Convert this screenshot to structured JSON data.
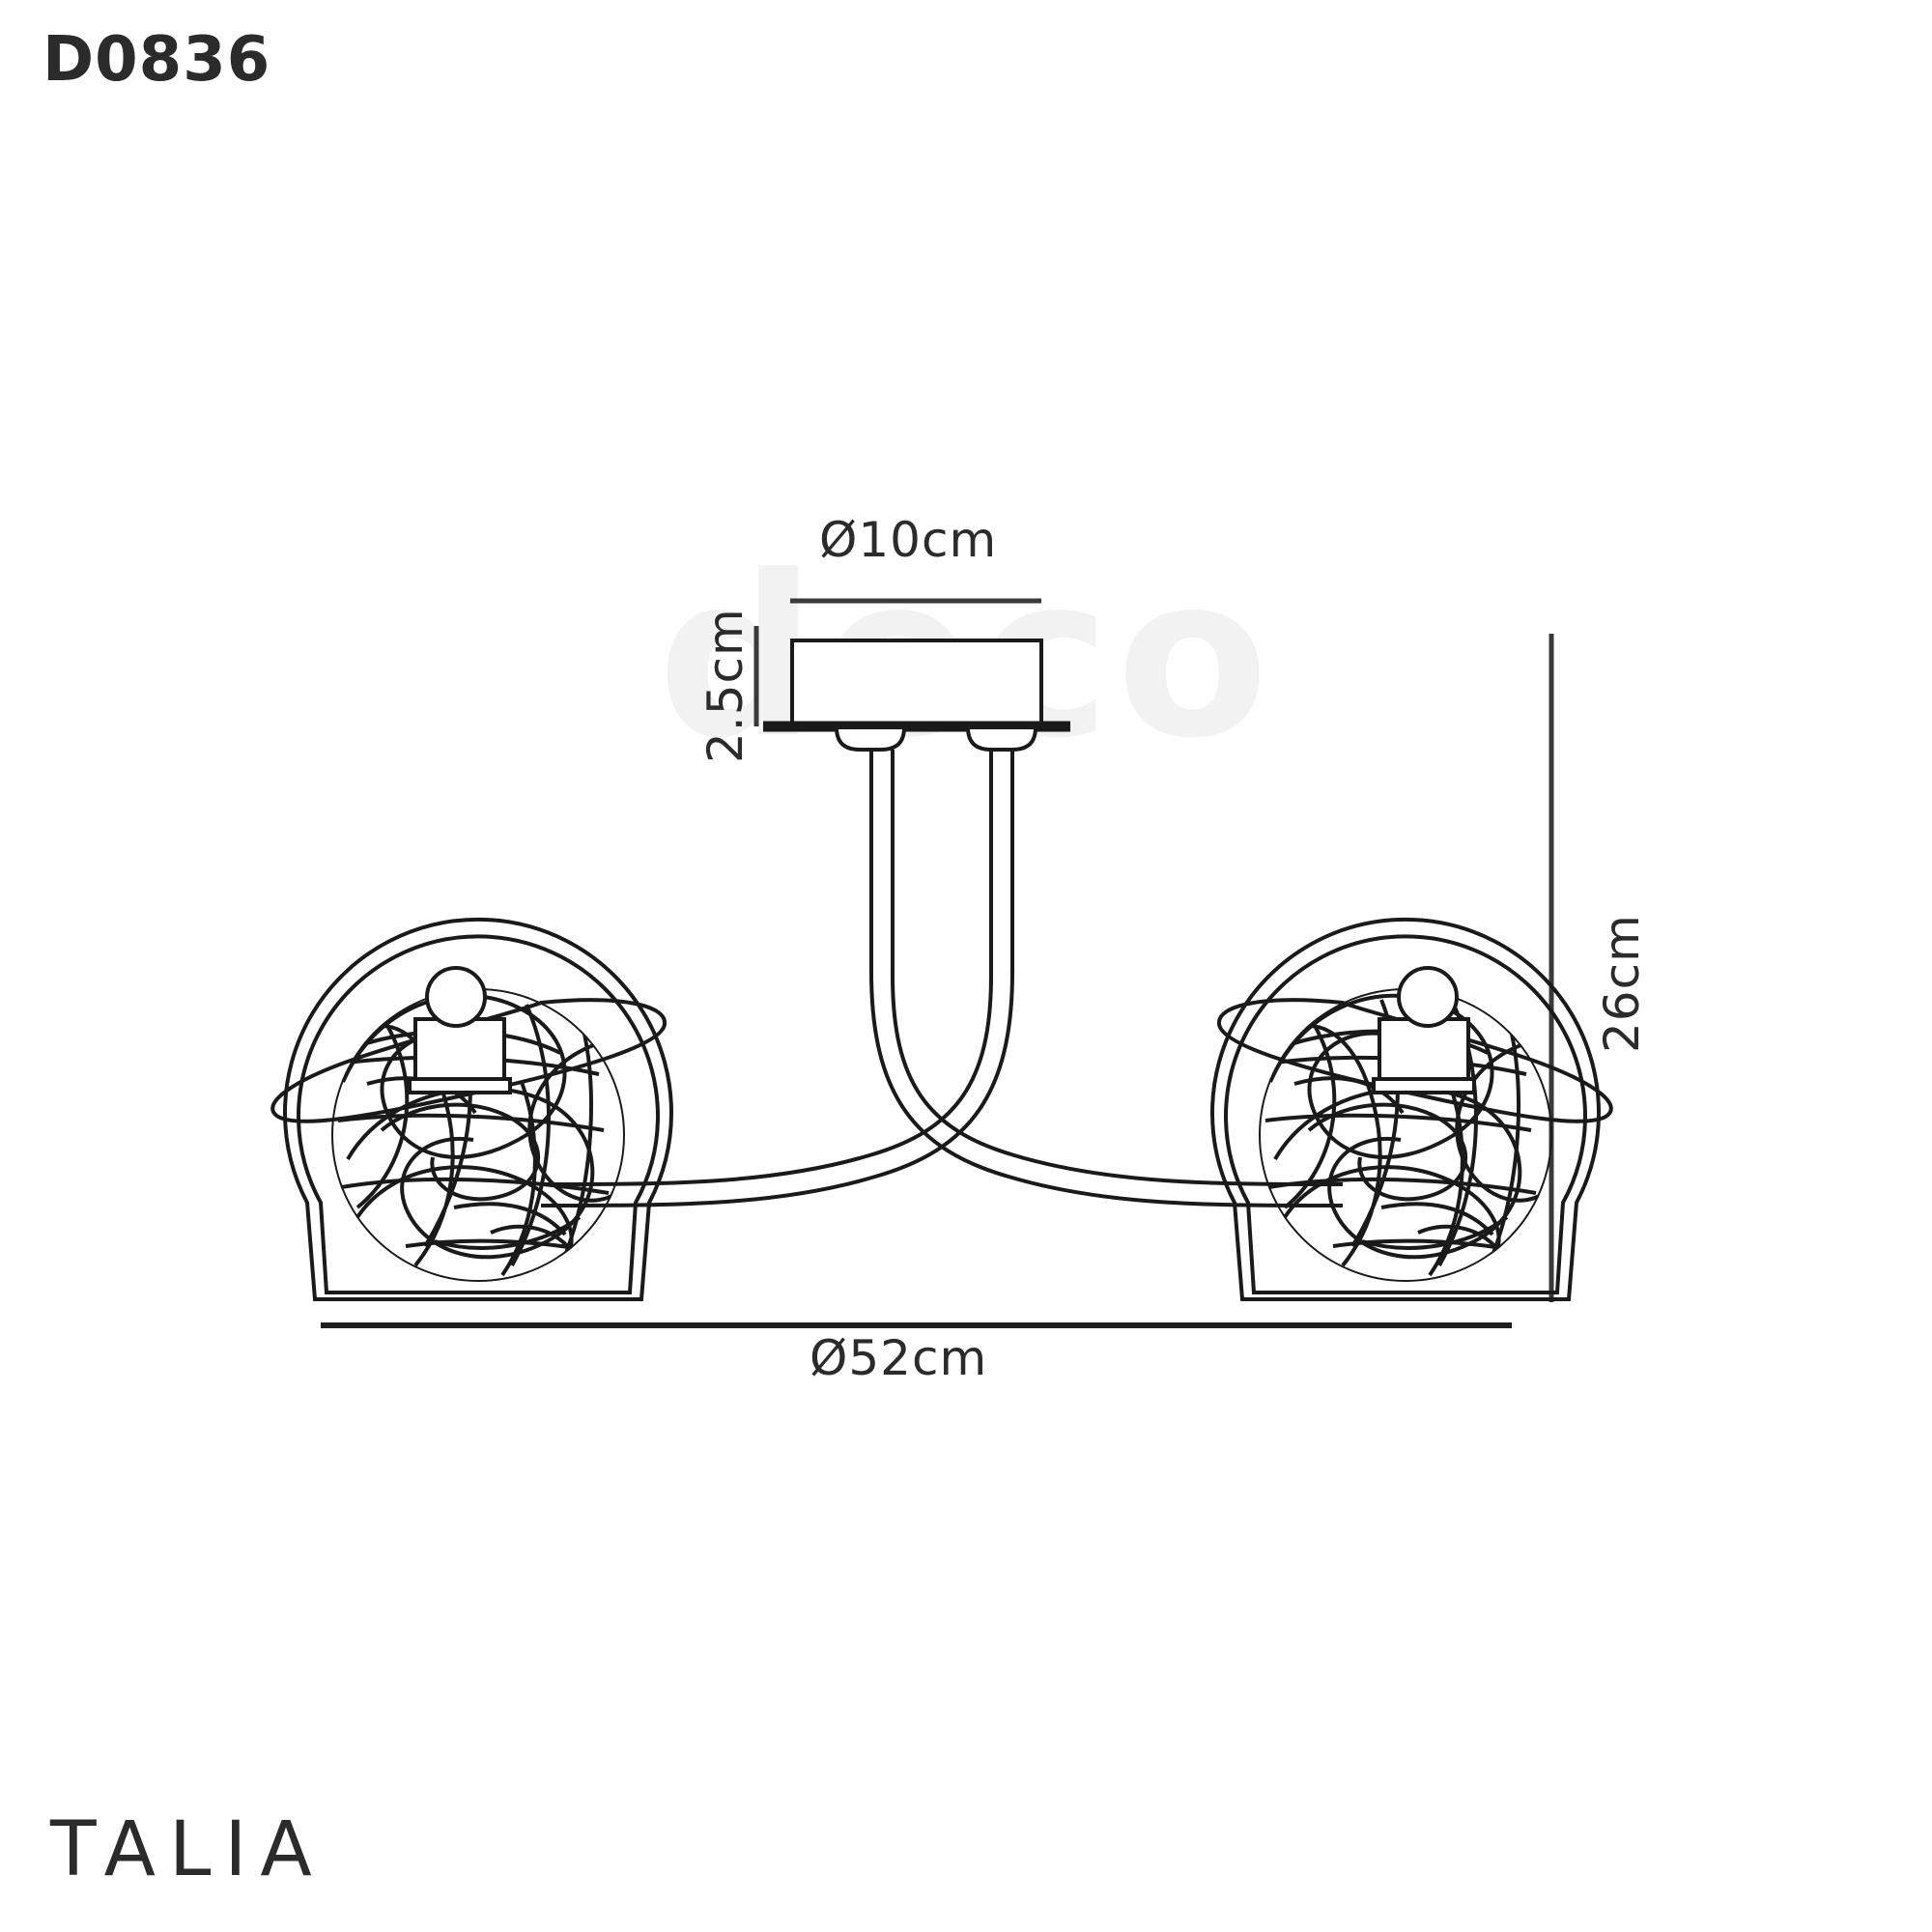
{
  "sheet": {
    "product_code": "D0836",
    "brand": "TALIA",
    "background_color": "#ffffff",
    "line_color": "#1a1a1a",
    "text_color": "#2b2b2b",
    "watermark_text": "deco",
    "watermark_color": "#f2f2f2"
  },
  "dimensions": {
    "canopy_diameter": "Ø10cm",
    "canopy_height": "2.5cm",
    "overall_height": "26cm",
    "overall_width": "Ø52cm"
  },
  "drawing": {
    "title": "Talia 2 light semi-flush ceiling fitting technical drawing",
    "light_count": 2,
    "parts": [
      "ceiling-canopy-plate",
      "curved-arm-left",
      "curved-arm-right",
      "glass-globe-shade-left",
      "glass-globe-shade-right",
      "wire-mesh-ball-left",
      "wire-mesh-ball-right",
      "finial-ball-left",
      "finial-ball-right",
      "lamp-holder-left",
      "lamp-holder-right"
    ]
  }
}
